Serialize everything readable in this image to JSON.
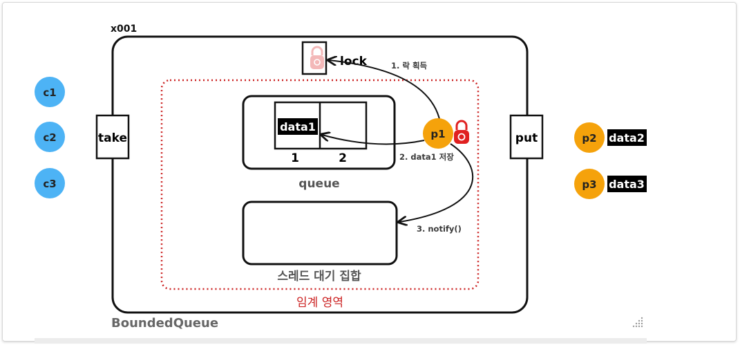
{
  "diagram": {
    "object_id": "x001",
    "class_name": "BoundedQueue",
    "lock_label": "lock",
    "take_label": "take",
    "put_label": "put",
    "queue_label": "queue",
    "queue_slots": [
      "1",
      "2"
    ],
    "queue_item": "data1",
    "wait_set_label": "스레드 대기 집합",
    "critical_section_label": "임계 영역",
    "consumers": [
      "c1",
      "c2",
      "c3"
    ],
    "producers": [
      {
        "name": "p2",
        "data": "data2"
      },
      {
        "name": "p3",
        "data": "data3"
      }
    ],
    "active_producer": "p1",
    "steps": {
      "step1": "1. 락 획득",
      "step2": "2. data1 저장",
      "step3": "3. notify()"
    },
    "colors": {
      "consumer": "#4db3f5",
      "producer": "#f5a20b",
      "critical_border": "#cc2222",
      "critical_text": "#cc2222",
      "lock_active": "#e02020",
      "lock_faded": "#f3b8b8",
      "data_badge_bg": "#000000",
      "data_badge_text": "#ffffff"
    }
  }
}
